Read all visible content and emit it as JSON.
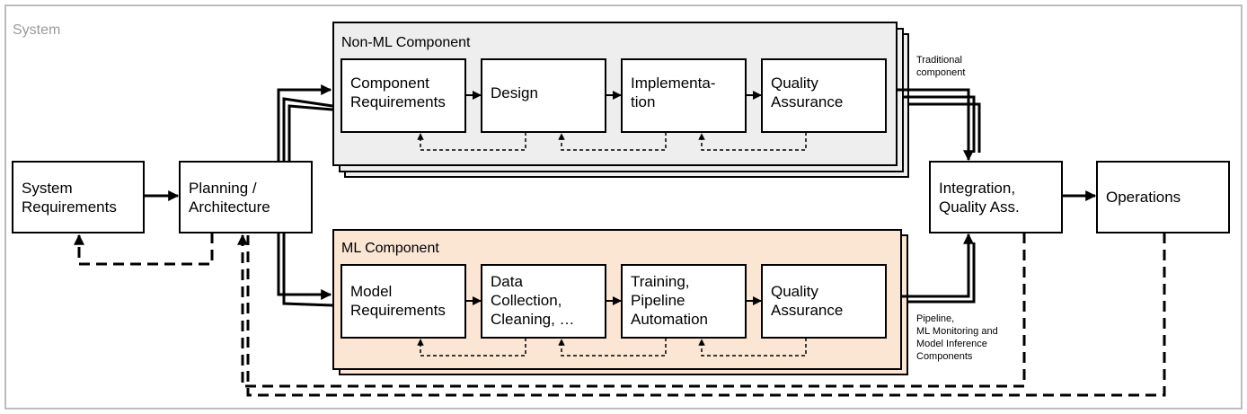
{
  "system_label": "System",
  "colors": {
    "non_ml_fill": "#eeeeee",
    "ml_fill": "#fbe5d3",
    "system_border": "#bcbcbc",
    "system_label": "#9a9a9a",
    "stroke": "#000000"
  },
  "nodes": {
    "system_requirements": [
      "System",
      "Requirements"
    ],
    "planning_architecture": [
      "Planning /",
      "Architecture"
    ],
    "integration": [
      "Integration,",
      "Quality Ass."
    ],
    "operations": [
      "Operations"
    ]
  },
  "non_ml": {
    "title": "Non-ML Component",
    "steps": [
      [
        "Component",
        "Requirements"
      ],
      [
        "Design"
      ],
      [
        "Implementa-",
        "tion"
      ],
      [
        "Quality",
        "Assurance"
      ]
    ],
    "note": [
      "Traditional",
      "component"
    ]
  },
  "ml": {
    "title": "ML Component",
    "steps": [
      [
        "Model",
        "Requirements"
      ],
      [
        "Data",
        "Collection,",
        "Cleaning, …"
      ],
      [
        "Training,",
        "Pipeline",
        "Automation"
      ],
      [
        "Quality",
        "Assurance"
      ]
    ],
    "note": [
      "Pipeline,",
      "ML Monitoring and",
      "Model Inference",
      "Components"
    ]
  }
}
